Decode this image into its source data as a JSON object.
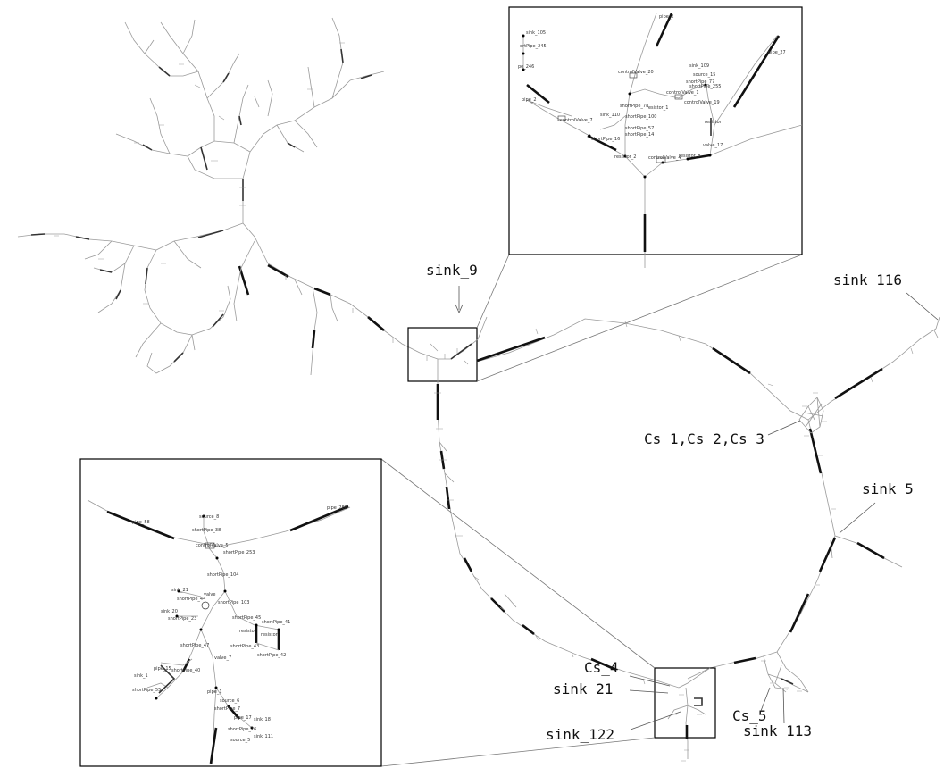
{
  "callouts": {
    "sink_9": "sink_9",
    "sink_116": "sink_116",
    "cs_123": "Cs_1,Cs_2,Cs_3",
    "sink_5": "sink_5",
    "cs_4": "Cs_4",
    "sink_21": "sink_21",
    "sink_122": "sink_122",
    "cs_5": "Cs_5",
    "sink_113": "sink_113"
  },
  "inset_top_labels": [
    "pipe_2",
    "sink_105",
    "ortPipe_245",
    "pe_246",
    "controlValve_20",
    "sink_109",
    "source_15",
    "shortPipe_77",
    "shortPipe_255",
    "controlValve_1",
    "pipe_27",
    "shortPipe_78",
    "sink_110",
    "shortPipe_100",
    "controlValve_7",
    "resistor_1",
    "controlValve_19",
    "shortPipe_57",
    "shortPipe_14",
    "pipe_2",
    "shortPipe_16",
    "resistor",
    "resistor_2",
    "controlValve_4",
    "resistor_8",
    "valve_17"
  ],
  "inset_bottom_labels": [
    "pipe_58",
    "source_8",
    "shortPipe_38",
    "pipe_288",
    "controlValve_5",
    "shortPipe_253",
    "shortPipe_104",
    "sink_21",
    "valve",
    "shortPipe_44",
    "shortPipe_103",
    "shortPipe_45",
    "shortPipe_41",
    "sink_20",
    "shortPipe_23",
    "resistor",
    "resistor",
    "shortPipe_47",
    "shortPipe_43",
    "shortPipe_42",
    "valve_7",
    "pipe_15",
    "shortPipe_40",
    "sink_1",
    "shortPipe_55",
    "pipe_1",
    "source_6",
    "shortPipe_7",
    "pipe_17",
    "sink_18",
    "shortPipe_76",
    "source_5",
    "sink_111"
  ]
}
